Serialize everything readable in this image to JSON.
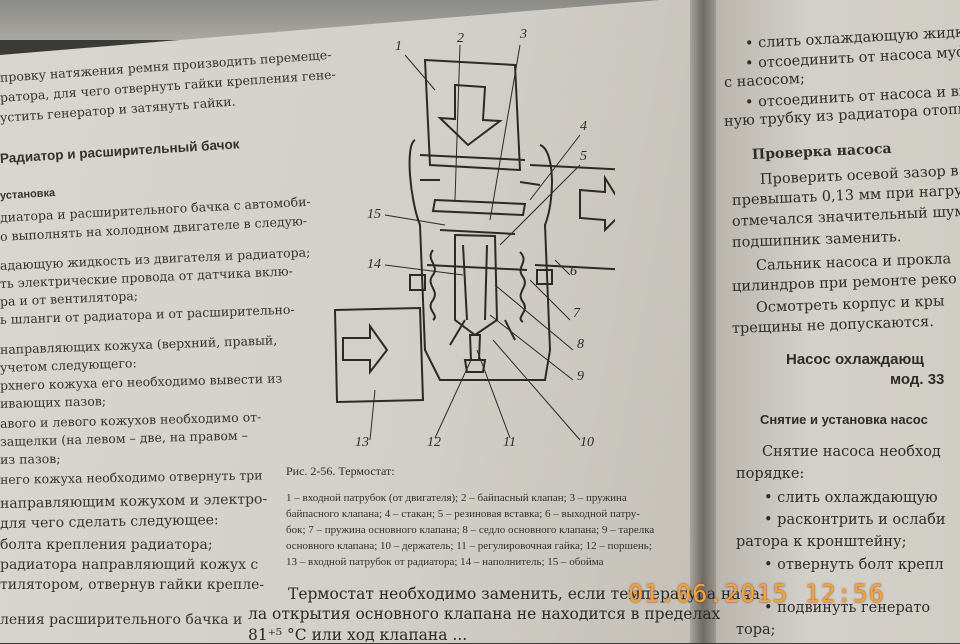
{
  "left_page": {
    "lines": [
      "провку натяжения ремня производить перемеще-",
      "ратора, для чего отвернуть гайки крепления гене-",
      "устить генератор и затянуть гайки.",
      "Радиатор и расширительный бачок",
      "установка",
      "диатора и расширительного бачка с автомоби-",
      "о выполнять на холодном двигателе в следую-",
      "адающую жидкость из двигателя и радиатора;",
      "ть электрические провода от датчика вклю-",
      "ра и от вентилятора;",
      "ь шланги от радиатора и от расширительно-",
      "направляющих кожуха (верхний, правый,",
      "учетом следующего:",
      "рхнего кожуха его необходимо вывести из",
      "ивающих пазов;",
      "авого и левого кожухов необходимо от-",
      "защелки (на левом – две, на правом –",
      "из пазов;",
      "него кожуха необходимо отвернуть три",
      "направляющим кожухом и электро-",
      "для чего сделать следующее:",
      "болта крепления радиатора;",
      "радиатора направляющий кожух с",
      "тилятором, отвернув гайки крепле-",
      "ления расширительного бачка и"
    ]
  },
  "figure": {
    "labels": [
      "1",
      "2",
      "3",
      "4",
      "5",
      "6",
      "7",
      "8",
      "9",
      "10",
      "11",
      "12",
      "13",
      "14",
      "15"
    ],
    "caption_title": "Рис. 2-56. Термостат:",
    "caption_lines": [
      "1 – входной патрубок (от двигателя); 2 – байпасный клапан; 3 – пружина",
      "байпасного клапана; 4 – стакан; 5 – резиновая вставка; 6 – выходной патру-",
      "бок; 7 – пружина основного клапана; 8 – седло основного клапана; 9 – тарелка",
      "основного клапана; 10 – держатель; 11 – регулировочная гайка; 12 – поршень;",
      "13 – входной патрубок от радиатора; 14 – наполнитель; 15 – обойма"
    ]
  },
  "body_text": {
    "line1": "Термостат необходимо заменить, если температура нача-",
    "line2": "ла открытия основного клапана не находится в пределах",
    "line3": "81⁺⁵ °С или ход клапана ...",
    "bullets": [
      "• слить охлаждающую жидко",
      "• отсоединить от насоса муф",
      "с насосом;",
      "• отсоединить от насоса и вы",
      "ную трубку из радиатора отопит"
    ],
    "check_heading": "Проверка насоса",
    "check_lines": [
      "Проверить осевой зазор в",
      "превышать 0,13 мм при нагрузи",
      "отмечался значительный шум",
      "подшипник заменить.",
      "Сальник насоса и прокла",
      "цилиндров при ремонте реко",
      "Осмотреть корпус и кры",
      "трещины не допускаются."
    ],
    "pump_heading_1": "Насос охлаждающ",
    "pump_heading_2": "мод. 33",
    "removal_heading": "Снятие и установка насос",
    "removal_lines": [
      "Снятие насоса необход",
      "порядке:",
      "• слить охлаждающую",
      "• расконтрить и ослаби",
      "ратора к кронштейну;",
      "• отвернуть болт крепл",
      "• подвинуть генерато",
      "тора;"
    ]
  },
  "timestamp": "01.06.2015  12:56"
}
